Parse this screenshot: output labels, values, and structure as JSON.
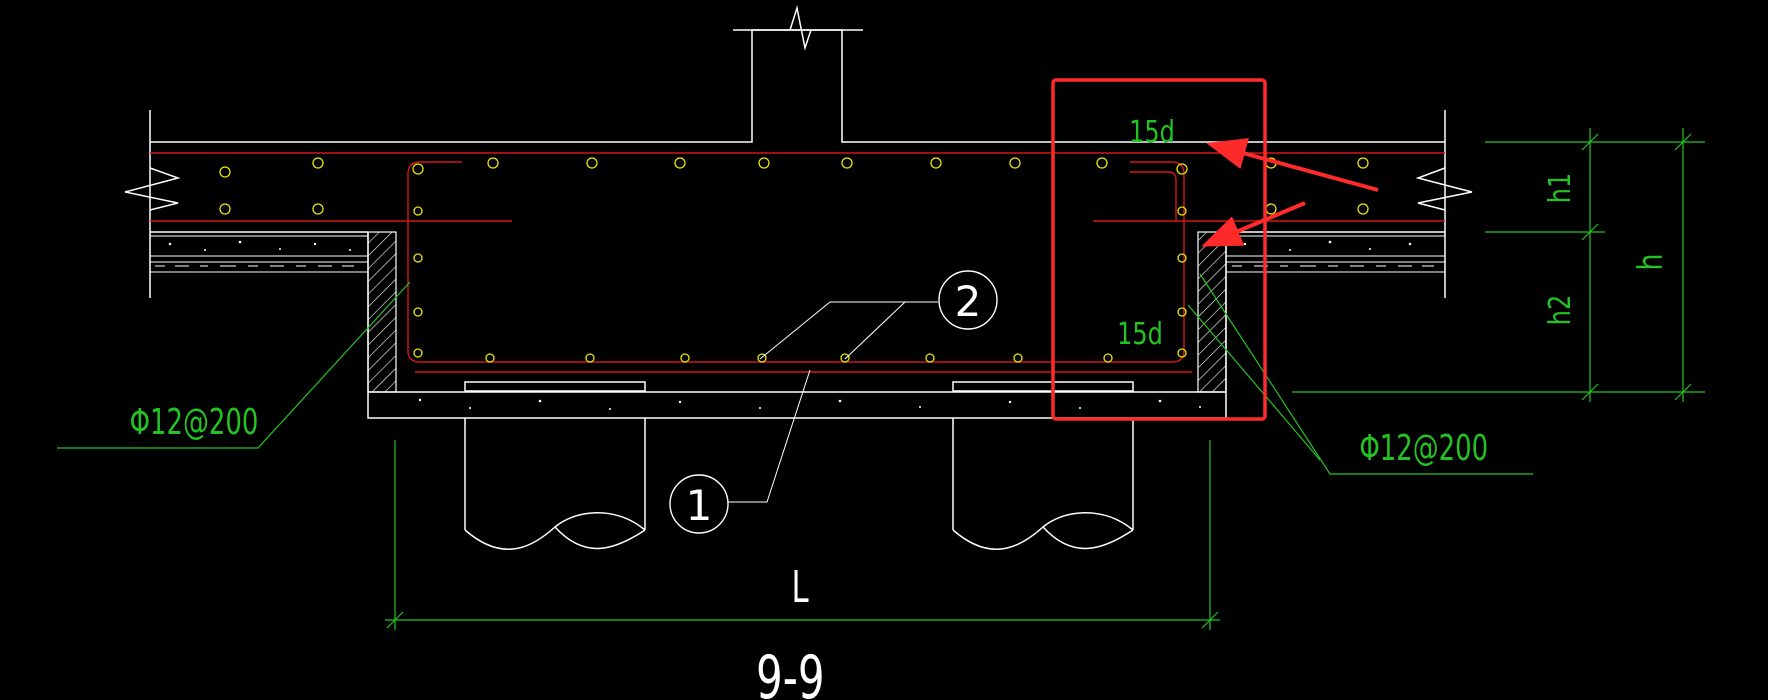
{
  "labels": {
    "fifteen_d_top": "15d",
    "fifteen_d_side": "15d",
    "rebar_left": "Φ12@200",
    "rebar_right": "Φ12@200",
    "h1": "h1",
    "h2": "h2",
    "h": "h",
    "length": "L",
    "callout_1": "1",
    "callout_2": "2",
    "section_title": "9-9"
  },
  "colors": {
    "background": "#000000",
    "line": "#ffffff",
    "rebar": "#d01818",
    "dimension": "#22c322",
    "rebar_dot": "#e8e800",
    "highlight": "#ff2a2a"
  }
}
